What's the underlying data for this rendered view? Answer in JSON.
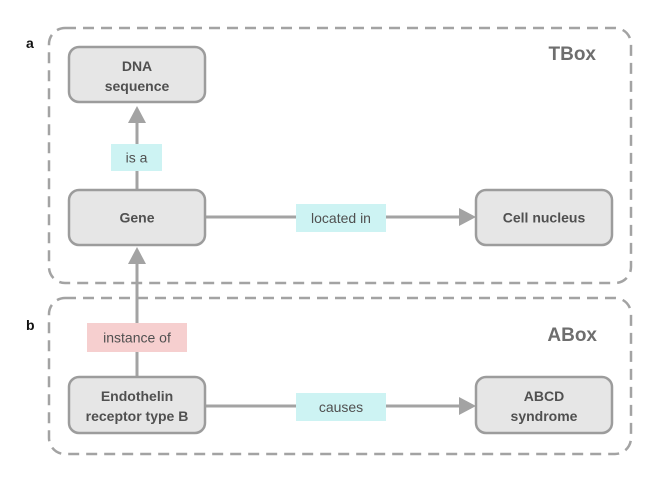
{
  "panels": {
    "tbox": {
      "letter": "a",
      "title": "TBox"
    },
    "abox": {
      "letter": "b",
      "title": "ABox"
    }
  },
  "nodes": {
    "dna_sequence": [
      "DNA",
      "sequence"
    ],
    "gene": [
      "Gene"
    ],
    "cell_nucleus": [
      "Cell nucleus"
    ],
    "endothelin": [
      "Endothelin",
      "receptor type B"
    ],
    "abcd": [
      "ABCD",
      "syndrome"
    ]
  },
  "edges": {
    "is_a": "is a",
    "located_in": "located in",
    "instance_of": "instance of",
    "causes": "causes"
  },
  "colors": {
    "relation_label_bg": "#cdf3f3",
    "instance_label_bg": "#f6cfcf",
    "node_fill": "#e6e6e6",
    "node_border": "#9c9c9c",
    "line": "#a3a3a3"
  }
}
